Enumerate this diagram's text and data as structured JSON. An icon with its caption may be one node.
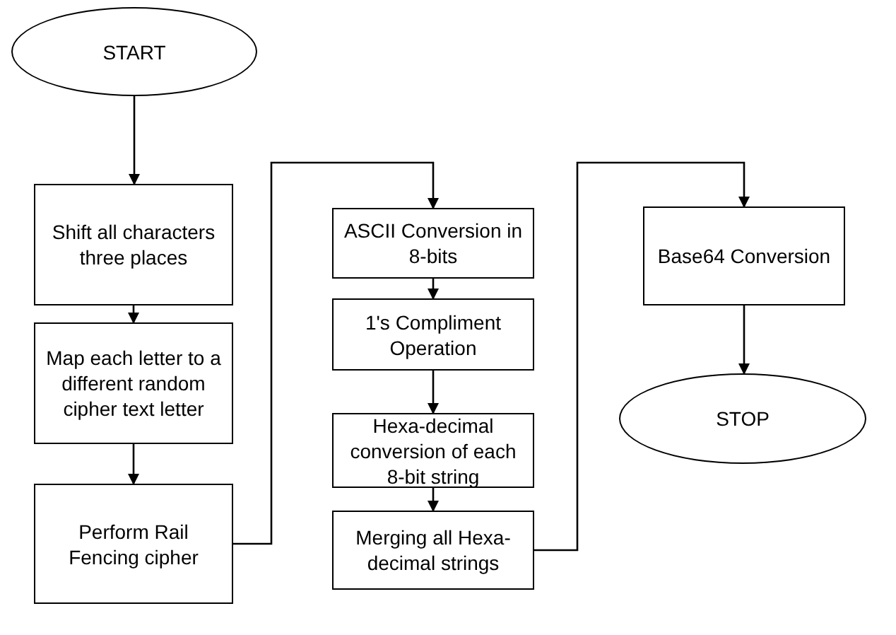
{
  "diagram": {
    "nodes": [
      {
        "text": [
          "START"
        ]
      },
      {
        "text": [
          "Shift all characters three places"
        ]
      },
      {
        "text": [
          "Map each letter to a different random cipher text letter"
        ]
      },
      {
        "text": [
          "Perform Rail Fencing cipher"
        ]
      },
      {
        "text": [
          "ASCII Conversion in 8-bits"
        ]
      },
      {
        "text": [
          "1's Compliment Operation"
        ]
      },
      {
        "text": [
          "Hexa-decimal conversion of each 8-bit string"
        ]
      },
      {
        "text": [
          "Merging all Hexa-decimal strings"
        ]
      },
      {
        "text": [
          "Base64 Conversion"
        ]
      },
      {
        "text": [
          "STOP"
        ]
      }
    ],
    "edges": [
      {
        "from": 0,
        "to": 1,
        "arrow": "to"
      },
      {
        "from": 1,
        "to": 2,
        "arrow": "to"
      },
      {
        "from": 2,
        "to": 3,
        "arrow": "to"
      },
      {
        "from": 3,
        "to": 4,
        "arrow": "to"
      },
      {
        "from": 4,
        "to": 5,
        "arrow": "to"
      },
      {
        "from": 5,
        "to": 6,
        "arrow": "to"
      },
      {
        "from": 6,
        "to": 7,
        "arrow": "to"
      },
      {
        "from": 7,
        "to": 8,
        "arrow": "to"
      },
      {
        "from": 8,
        "to": 9,
        "arrow": "to"
      }
    ]
  }
}
